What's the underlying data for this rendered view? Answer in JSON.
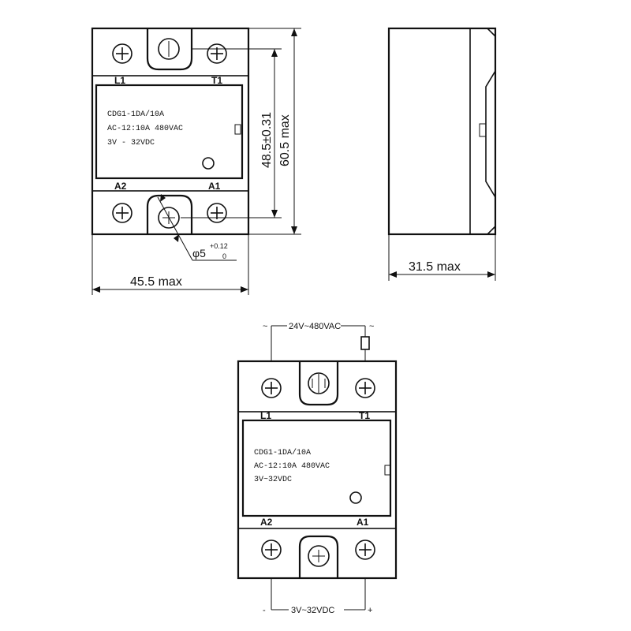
{
  "top_front_view": {
    "terminal_top_left": "L1",
    "terminal_top_right": "T1",
    "terminal_bottom_left": "A2",
    "terminal_bottom_right": "A1",
    "label_model": "CDG1-1DA/10A",
    "label_rating": "AC-12:10A 480VAC",
    "label_control": "3V - 32VDC",
    "dim_width": "45.5 max",
    "dim_hole_pitch": "48.5±0.31",
    "dim_height": "60.5 max",
    "dim_hole_diameter_symbol": "φ5",
    "dim_hole_tol_upper": "+0.12",
    "dim_hole_tol_lower": "0"
  },
  "side_view": {
    "dim_depth": "31.5 max"
  },
  "wiring_diagram": {
    "load_supply": "24V~480VAC",
    "load_left_symbol": "~",
    "load_right_symbol": "~",
    "control_supply": "3V~32VDC",
    "control_minus": "-",
    "control_plus": "+",
    "terminal_top_left": "L1",
    "terminal_top_right": "T1",
    "terminal_bottom_left": "A2",
    "terminal_bottom_right": "A1",
    "label_model": "CDG1-1DA/10A",
    "label_rating": "AC-12:10A 480VAC",
    "label_control": "3V~32VDC"
  }
}
